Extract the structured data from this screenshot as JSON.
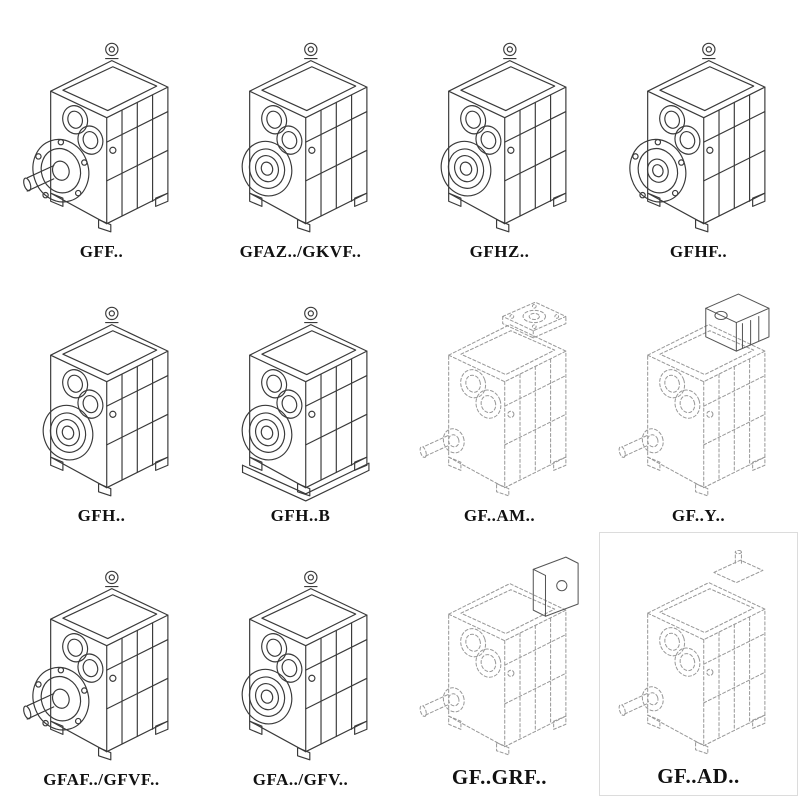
{
  "colors": {
    "line": "#3a3a3a",
    "dashed_line": "#999999",
    "text": "#111111",
    "background": "#ffffff"
  },
  "figures": [
    {
      "label": "GFF..",
      "icon": "gearbox-flange-solid-shaft-icon",
      "line_style": "solid"
    },
    {
      "label": "GFAZ../GKVF..",
      "icon": "gearbox-hollow-shaft-icon",
      "line_style": "solid"
    },
    {
      "label": "GFHZ..",
      "icon": "gearbox-hollow-shaft-icon",
      "line_style": "solid"
    },
    {
      "label": "GFHF..",
      "icon": "gearbox-flange-hollow-icon",
      "line_style": "solid"
    },
    {
      "label": "GFH..",
      "icon": "gearbox-hollow-shaft-icon",
      "line_style": "solid"
    },
    {
      "label": "GFH..B",
      "icon": "gearbox-hollow-shaft-base-icon",
      "line_style": "solid"
    },
    {
      "label": "GF..AM..",
      "icon": "gearbox-input-flange-icon",
      "line_style": "dashed"
    },
    {
      "label": "GF..Y..",
      "icon": "gearbox-with-motor-icon",
      "line_style": "dashed"
    },
    {
      "label": "GFAF../GFVF..",
      "icon": "gearbox-flange-solid-shaft-icon",
      "line_style": "solid"
    },
    {
      "label": "GFA../GFV..",
      "icon": "gearbox-hollow-shaft-icon",
      "line_style": "solid"
    },
    {
      "label": "GF..GRF..",
      "icon": "gearbox-input-adapter-icon",
      "line_style": "dashed"
    },
    {
      "label": "GF..AD..",
      "icon": "gearbox-input-shaft-adapter-icon",
      "line_style": "dashed"
    }
  ]
}
